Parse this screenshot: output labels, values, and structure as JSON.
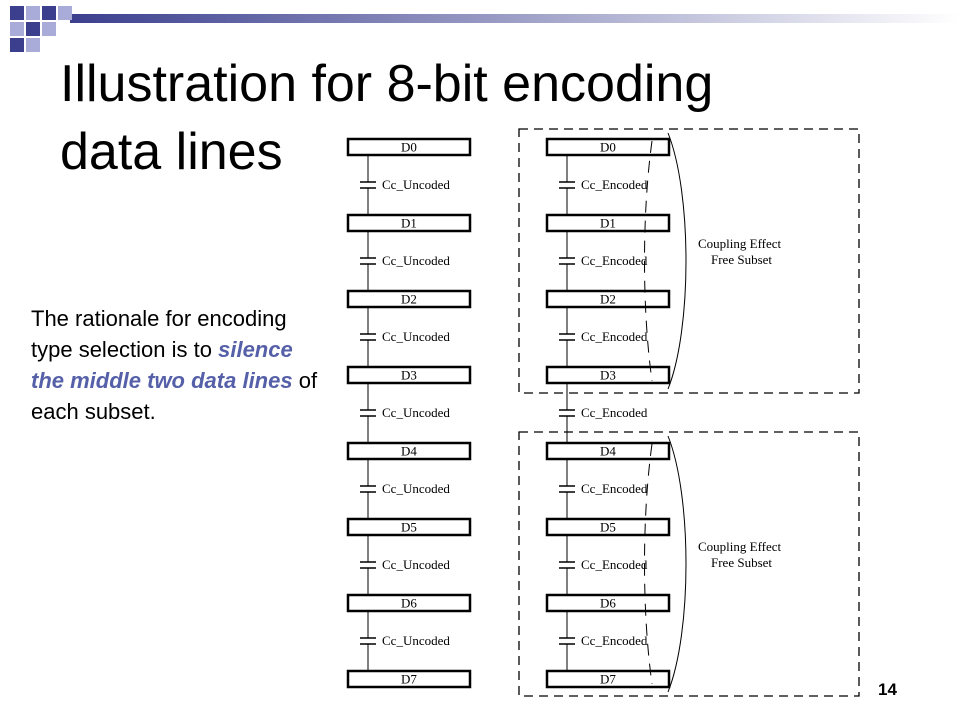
{
  "slide": {
    "title_line1": "Illustration for 8-bit encoding",
    "title_line2": "data lines",
    "rationale": {
      "text_before": "The rationale for encoding type selection is to",
      "emphasis": "silence the middle two data lines",
      "text_after": "of each subset."
    },
    "page_number": "14"
  },
  "diagram": {
    "lines": [
      "D0",
      "D1",
      "D2",
      "D3",
      "D4",
      "D5",
      "D6",
      "D7"
    ],
    "uncoded_label": "Cc_Uncoded",
    "encoded_label": "Cc_Encoded",
    "subsets": [
      {
        "label_line1": "Coupling Effect",
        "label_line2": "Free Subset",
        "lines": [
          "D0",
          "D1",
          "D2",
          "D3"
        ]
      },
      {
        "label_line1": "Coupling Effect",
        "label_line2": "Free Subset",
        "lines": [
          "D4",
          "D5",
          "D6",
          "D7"
        ]
      }
    ]
  },
  "colors": {
    "accent": "#5560a8",
    "decor_navy": "#3b3f8e",
    "decor_light": "#a9acd8",
    "band": "#3b3f8e"
  }
}
